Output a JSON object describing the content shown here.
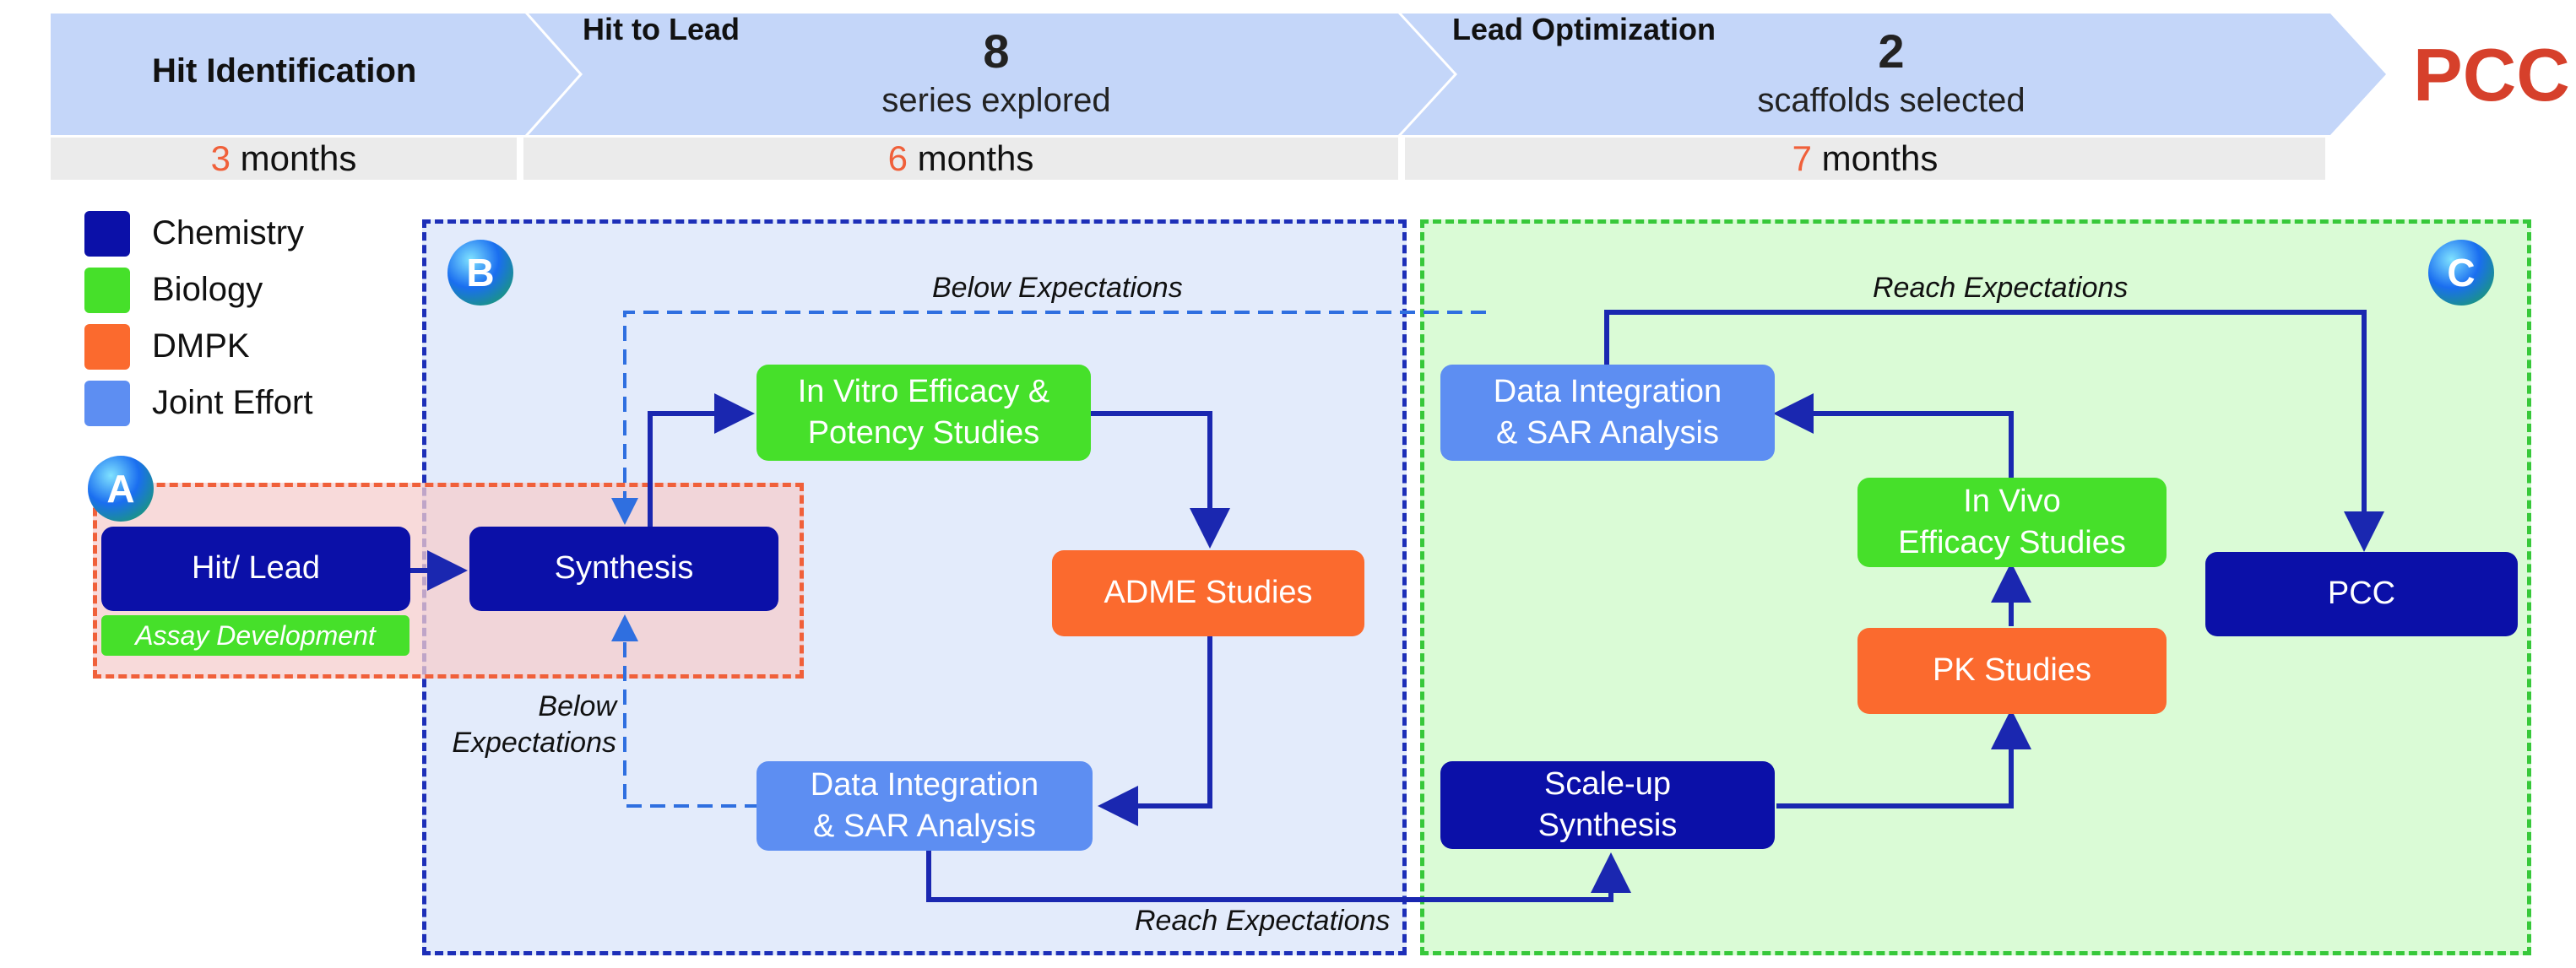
{
  "stages": {
    "hit_identification": {
      "title": "Hit Identification",
      "duration_num": "3",
      "duration_unit": "months"
    },
    "hit_to_lead": {
      "title": "Hit to Lead",
      "count": "8",
      "count_label": "series explored",
      "duration_num": "6",
      "duration_unit": "months"
    },
    "lead_optimization": {
      "title": "Lead Optimization",
      "count": "2",
      "count_label": "scaffolds selected",
      "duration_num": "7",
      "duration_unit": "months"
    },
    "end_label": "PCC"
  },
  "legend": [
    {
      "label": "Chemistry",
      "color": "#0b10a8"
    },
    {
      "label": "Biology",
      "color": "#46e02a"
    },
    {
      "label": "DMPK",
      "color": "#fb6a2e"
    },
    {
      "label": "Joint Effort",
      "color": "#5d8ef2"
    }
  ],
  "zones": {
    "a": {
      "badge": "A",
      "color": "#f0603a"
    },
    "b": {
      "badge": "B",
      "color": "#1d2fb8"
    },
    "c": {
      "badge": "C",
      "color": "#37c83a"
    }
  },
  "nodes": {
    "hit_lead": "Hit/ Lead",
    "assay_development": "Assay Development",
    "synthesis": "Synthesis",
    "in_vitro": "In Vitro Efficacy &\nPotency Studies",
    "adme": "ADME Studies",
    "data_integration_b": "Data Integration\n& SAR Analysis",
    "data_integration_c": "Data Integration\n& SAR Analysis",
    "in_vivo": "In Vivo\nEfficacy Studies",
    "pk": "PK Studies",
    "pcc": "PCC",
    "scale_up": "Scale-up\nSynthesis"
  },
  "flow_labels": {
    "below_top": "Below Expectations",
    "below_left": "Below\nExpectations",
    "reach_top": "Reach Expectations",
    "reach_bottom": "Reach Expectations"
  }
}
